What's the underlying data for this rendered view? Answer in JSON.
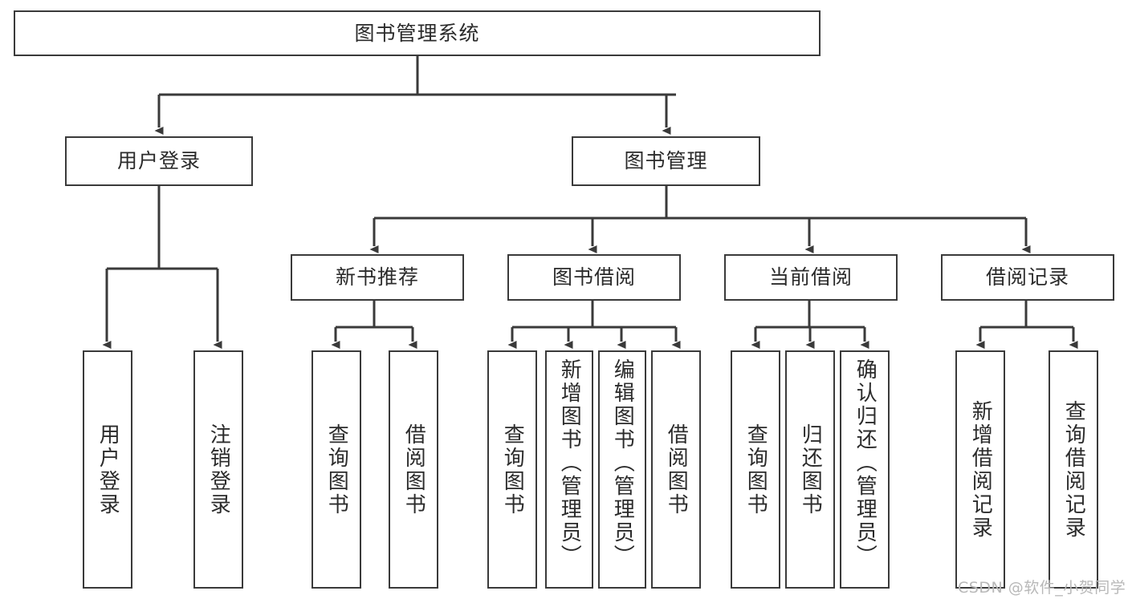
{
  "diagram": {
    "title": "图书管理系统",
    "type": "tree-hierarchy",
    "stroke_color": "#3a3a3a",
    "text_color": "#2b2b2b",
    "background_color": "#ffffff"
  },
  "root": {
    "label": "图书管理系统"
  },
  "level2": [
    {
      "label": "用户登录"
    },
    {
      "label": "图书管理"
    }
  ],
  "level3": [
    {
      "label": "新书推荐"
    },
    {
      "label": "图书借阅"
    },
    {
      "label": "当前借阅"
    },
    {
      "label": "借阅记录"
    }
  ],
  "leaves": {
    "user_login": [
      {
        "label": "用户登录"
      },
      {
        "label": "注销登录"
      }
    ],
    "new_book_recommend": [
      {
        "label": "查询图书"
      },
      {
        "label": "借阅图书"
      }
    ],
    "book_borrow": [
      {
        "label": "查询图书"
      },
      {
        "label": "新增图书（管理员）"
      },
      {
        "label": "编辑图书（管理员）"
      },
      {
        "label": "借阅图书"
      }
    ],
    "current_borrow": [
      {
        "label": "查询图书"
      },
      {
        "label": "归还图书"
      },
      {
        "label": "确认归还（管理员）"
      }
    ],
    "borrow_record": [
      {
        "label": "新增借阅记录"
      },
      {
        "label": "查询借阅记录"
      }
    ]
  },
  "watermark": {
    "text": "CSDN @软件_小贺同学"
  }
}
